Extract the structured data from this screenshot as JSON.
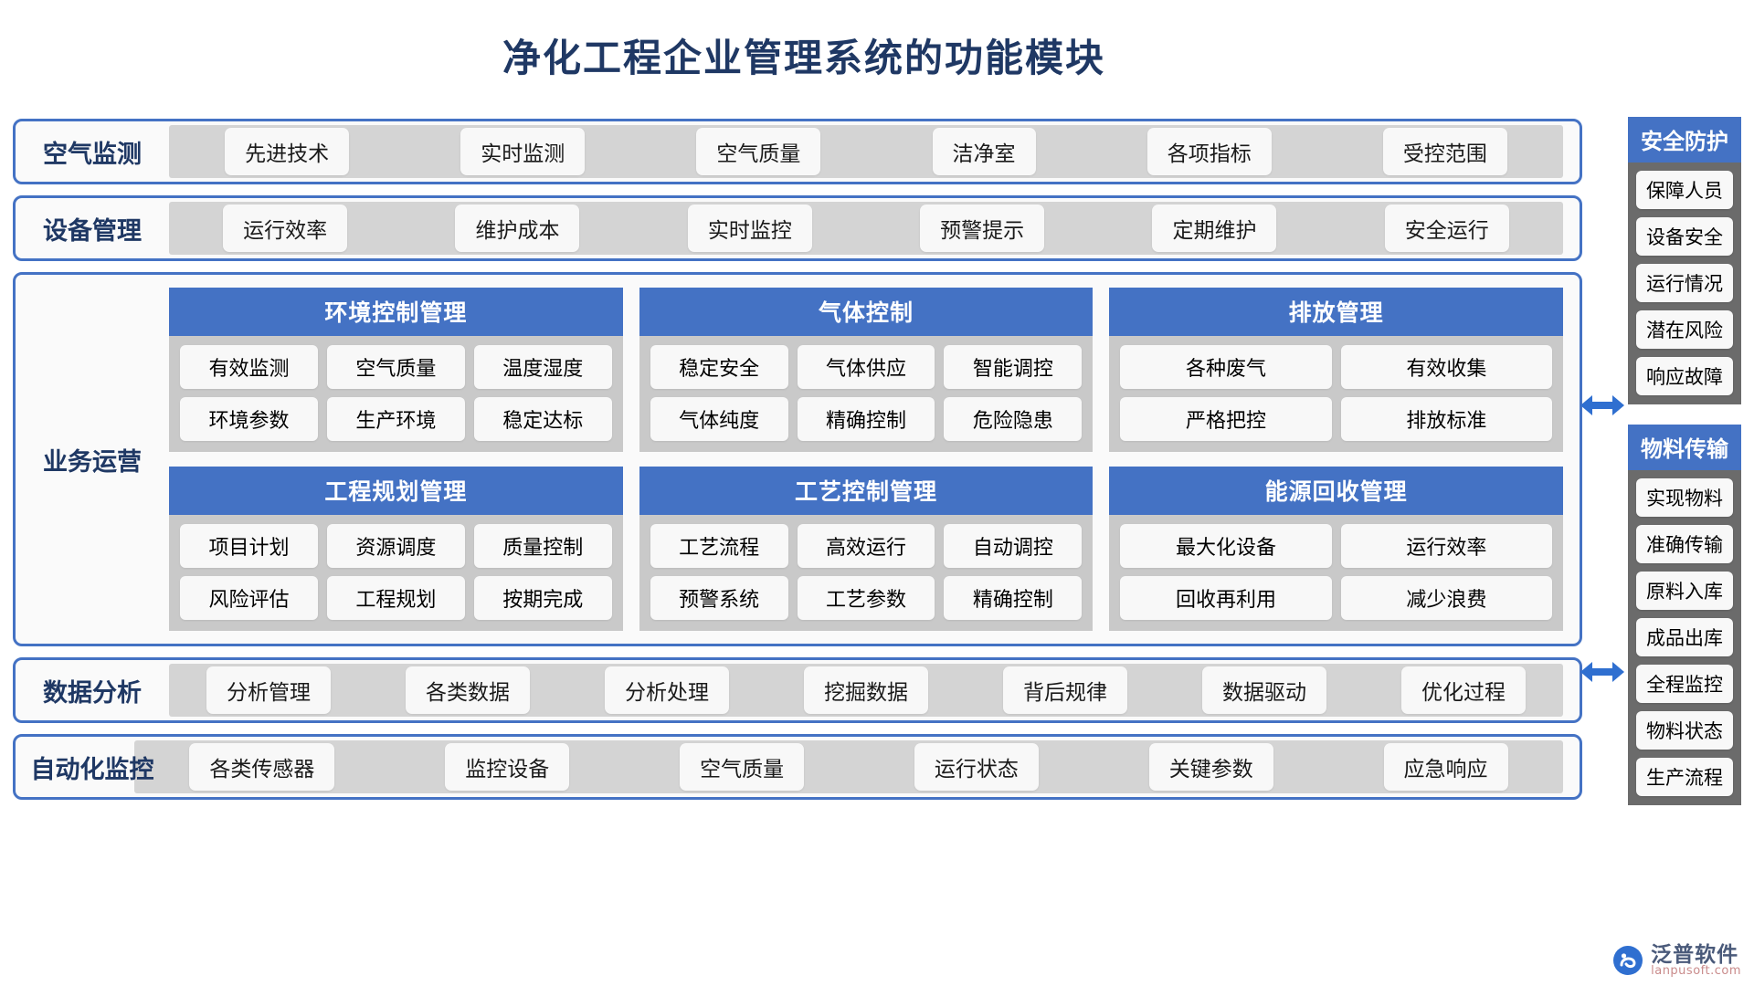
{
  "title": "净化工程企业管理系统的功能模块",
  "colors": {
    "accent_blue": "#4472C4",
    "title_navy": "#1F3864",
    "strip_gray": "#D4D4D4",
    "module_gray": "#C9C9C9",
    "sidebar_gray": "#6B6B6B",
    "pill_white": "#F8F8F8"
  },
  "rows_top": [
    {
      "label": "空气监测",
      "items": [
        "先进技术",
        "实时监测",
        "空气质量",
        "洁净室",
        "各项指标",
        "受控范围"
      ]
    },
    {
      "label": "设备管理",
      "items": [
        "运行效率",
        "维护成本",
        "实时监控",
        "预警提示",
        "定期维护",
        "安全运行"
      ]
    }
  ],
  "business": {
    "label": "业务运营",
    "rows": [
      [
        {
          "title": "环境控制管理",
          "lines": [
            [
              "有效监测",
              "空气质量",
              "温度湿度"
            ],
            [
              "环境参数",
              "生产环境",
              "稳定达标"
            ]
          ]
        },
        {
          "title": "气体控制",
          "lines": [
            [
              "稳定安全",
              "气体供应",
              "智能调控"
            ],
            [
              "气体纯度",
              "精确控制",
              "危险隐患"
            ]
          ]
        },
        {
          "title": "排放管理",
          "lines": [
            [
              "各种废气",
              "有效收集"
            ],
            [
              "严格把控",
              "排放标准"
            ]
          ]
        }
      ],
      [
        {
          "title": "工程规划管理",
          "lines": [
            [
              "项目计划",
              "资源调度",
              "质量控制"
            ],
            [
              "风险评估",
              "工程规划",
              "按期完成"
            ]
          ]
        },
        {
          "title": "工艺控制管理",
          "lines": [
            [
              "工艺流程",
              "高效运行",
              "自动调控"
            ],
            [
              "预警系统",
              "工艺参数",
              "精确控制"
            ]
          ]
        },
        {
          "title": "能源回收管理",
          "lines": [
            [
              "最大化设备",
              "运行效率"
            ],
            [
              "回收再利用",
              "减少浪费"
            ]
          ]
        }
      ]
    ]
  },
  "rows_bottom": [
    {
      "label": "数据分析",
      "items": [
        "分析管理",
        "各类数据",
        "分析处理",
        "挖掘数据",
        "背后规律",
        "数据驱动",
        "优化过程"
      ]
    },
    {
      "label": "自动化监控",
      "items": [
        "各类传感器",
        "监控设备",
        "空气质量",
        "运行状态",
        "关键参数",
        "应急响应"
      ]
    }
  ],
  "sidebar": [
    {
      "title": "安全防护",
      "items": [
        "保障人员",
        "设备安全",
        "运行情况",
        "潜在风险",
        "响应故障"
      ]
    },
    {
      "title": "物料传输",
      "items": [
        "实现物料",
        "准确传输",
        "原料入库",
        "成品出库",
        "全程监控",
        "物料状态",
        "生产流程"
      ]
    }
  ],
  "logo": {
    "name_cn": "泛普软件",
    "name_en": "lanpusoft.com"
  }
}
